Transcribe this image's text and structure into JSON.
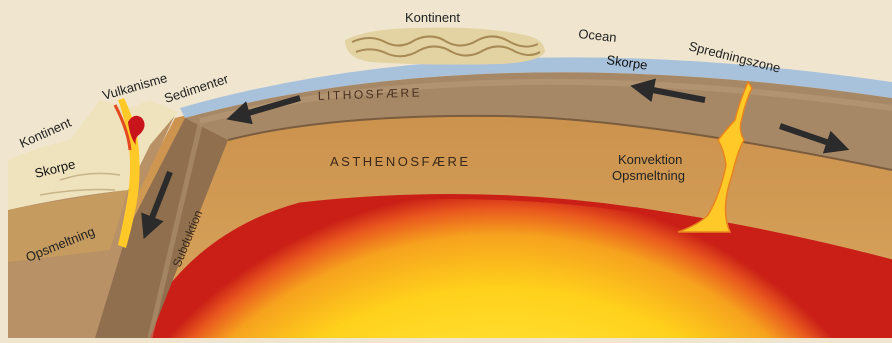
{
  "labels": {
    "kontinent_top": "Kontinent",
    "ocean": "Ocean",
    "skorpe_right": "Skorpe",
    "spredningszone": "Spredningszone",
    "lithosfaere": "LITHOSFÆRE",
    "asthenosfaere": "ASTHENOSFÆRE",
    "konvektion": "Konvektion",
    "opsmeltning_right": "Opsmeltning",
    "vulkanisme": "Vulkanisme",
    "sedimenter": "Sedimenter",
    "kontinent_left": "Kontinent",
    "skorpe_left": "Skorpe",
    "opsmeltning_left": "Opsmeltning",
    "subduktion": "Subduktion"
  },
  "colors": {
    "background": "#f0e6cf",
    "ocean": "#a9c2dc",
    "lithosphere": "#9a7a58",
    "asthenosphere": "#d49a4e",
    "mantle_hot": "#ffd21a",
    "mantle_edge": "#d8241c",
    "magma": "#ffc928",
    "continent_crust": "#efe3bd",
    "arrow": "#2b2b2b"
  },
  "icons": [
    "arrow-icon",
    "volcano-magma-icon"
  ]
}
